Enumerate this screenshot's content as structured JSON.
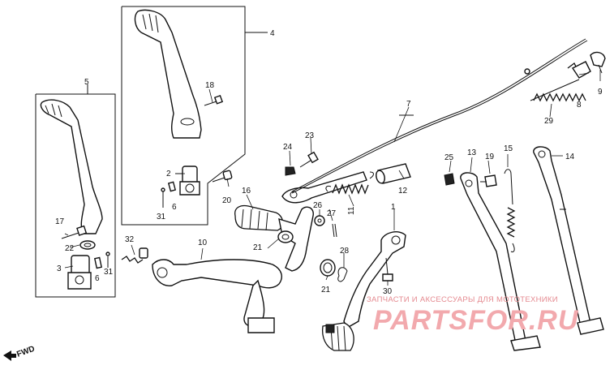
{
  "callouts": {
    "c1": "1",
    "c2": "2",
    "c3": "3",
    "c4": "4",
    "c5": "5",
    "c6a": "6",
    "c6b": "6",
    "c7": "7",
    "c8": "8",
    "c9": "9",
    "c10": "10",
    "c11": "11",
    "c12": "12",
    "c13": "13",
    "c14": "14",
    "c15": "15",
    "c16": "16",
    "c17": "17",
    "c18": "18",
    "c19": "19",
    "c20": "20",
    "c21a": "21",
    "c21b": "21",
    "c22": "22",
    "c23": "23",
    "c24": "24",
    "c25": "25",
    "c26": "26",
    "c27": "27",
    "c28": "28",
    "c29": "29",
    "c30": "30",
    "c31a": "31",
    "c31b": "31",
    "c32": "32"
  },
  "direction": {
    "label": "FWD"
  },
  "watermark": {
    "brand": "PARTSFOR.RU",
    "tagline": "ЗАПЧАСТИ И АКСЕССУАРЫ ДЛЯ МОТОТЕХНИКИ",
    "color": "#f2a9ad"
  }
}
